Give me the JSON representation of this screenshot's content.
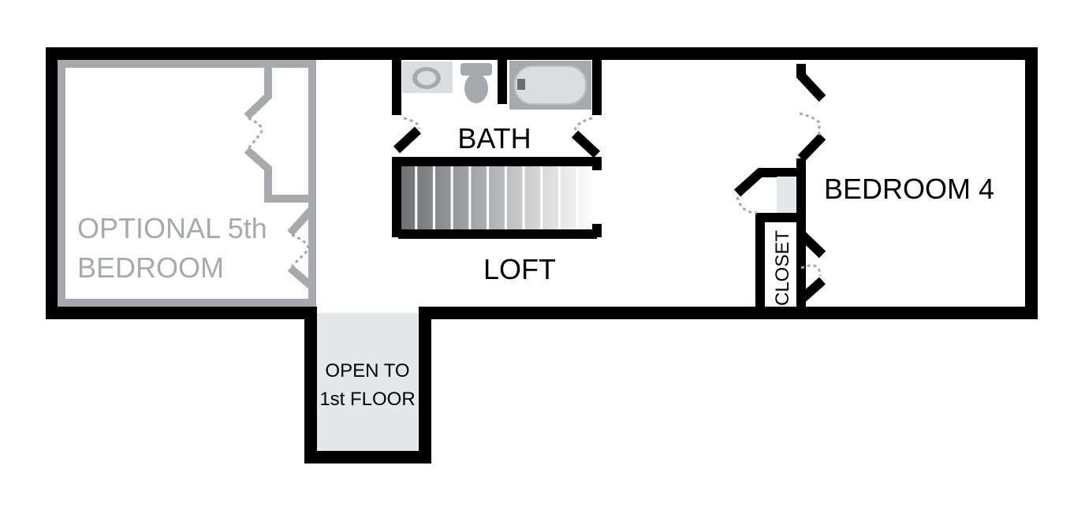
{
  "floorplan": {
    "rooms": {
      "optional_bedroom": [
        "OPTIONAL 5th",
        "BEDROOM"
      ],
      "bath": "BATH",
      "loft": "LOFT",
      "bedroom4": "BEDROOM 4",
      "closet": "CLOSET",
      "open_to": [
        "OPEN TO",
        "1st FLOOR"
      ]
    },
    "colors": {
      "wall": "#000000",
      "optional_area": "#a7a9ac",
      "fixture": "#a7a9ac",
      "open_area_fill": "#e6e7e8"
    },
    "stairs": {
      "steps": 11
    }
  }
}
